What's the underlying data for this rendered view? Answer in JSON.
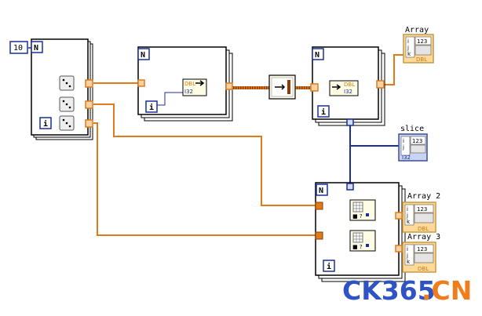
{
  "constant": "10",
  "loop_count_symbol": "N",
  "loop_index_symbol": "i",
  "indicators": {
    "array": "Array",
    "slice": "slice",
    "array2": "Array 2",
    "array3": "Array 3",
    "digit_label": "123",
    "dtype": "DBL"
  },
  "terminal_types": {
    "dbl": "DBL",
    "i32": "I32"
  },
  "param_letters": {
    "i": "i",
    "j": "j",
    "k": "k"
  },
  "watermark": {
    "part1": "CK365",
    "part2": ".CN"
  },
  "colors": {
    "orange_wire": "#e07a1a",
    "blue_wire": "#1a2f9a",
    "indicator_border": "#c79a44",
    "indicator_fill": "#ffd999",
    "slice_border": "#3c4f94",
    "slice_fill": "#c9d4f4",
    "watermark_blue": "#2d53c4",
    "watermark_orange": "#f07c1c"
  }
}
